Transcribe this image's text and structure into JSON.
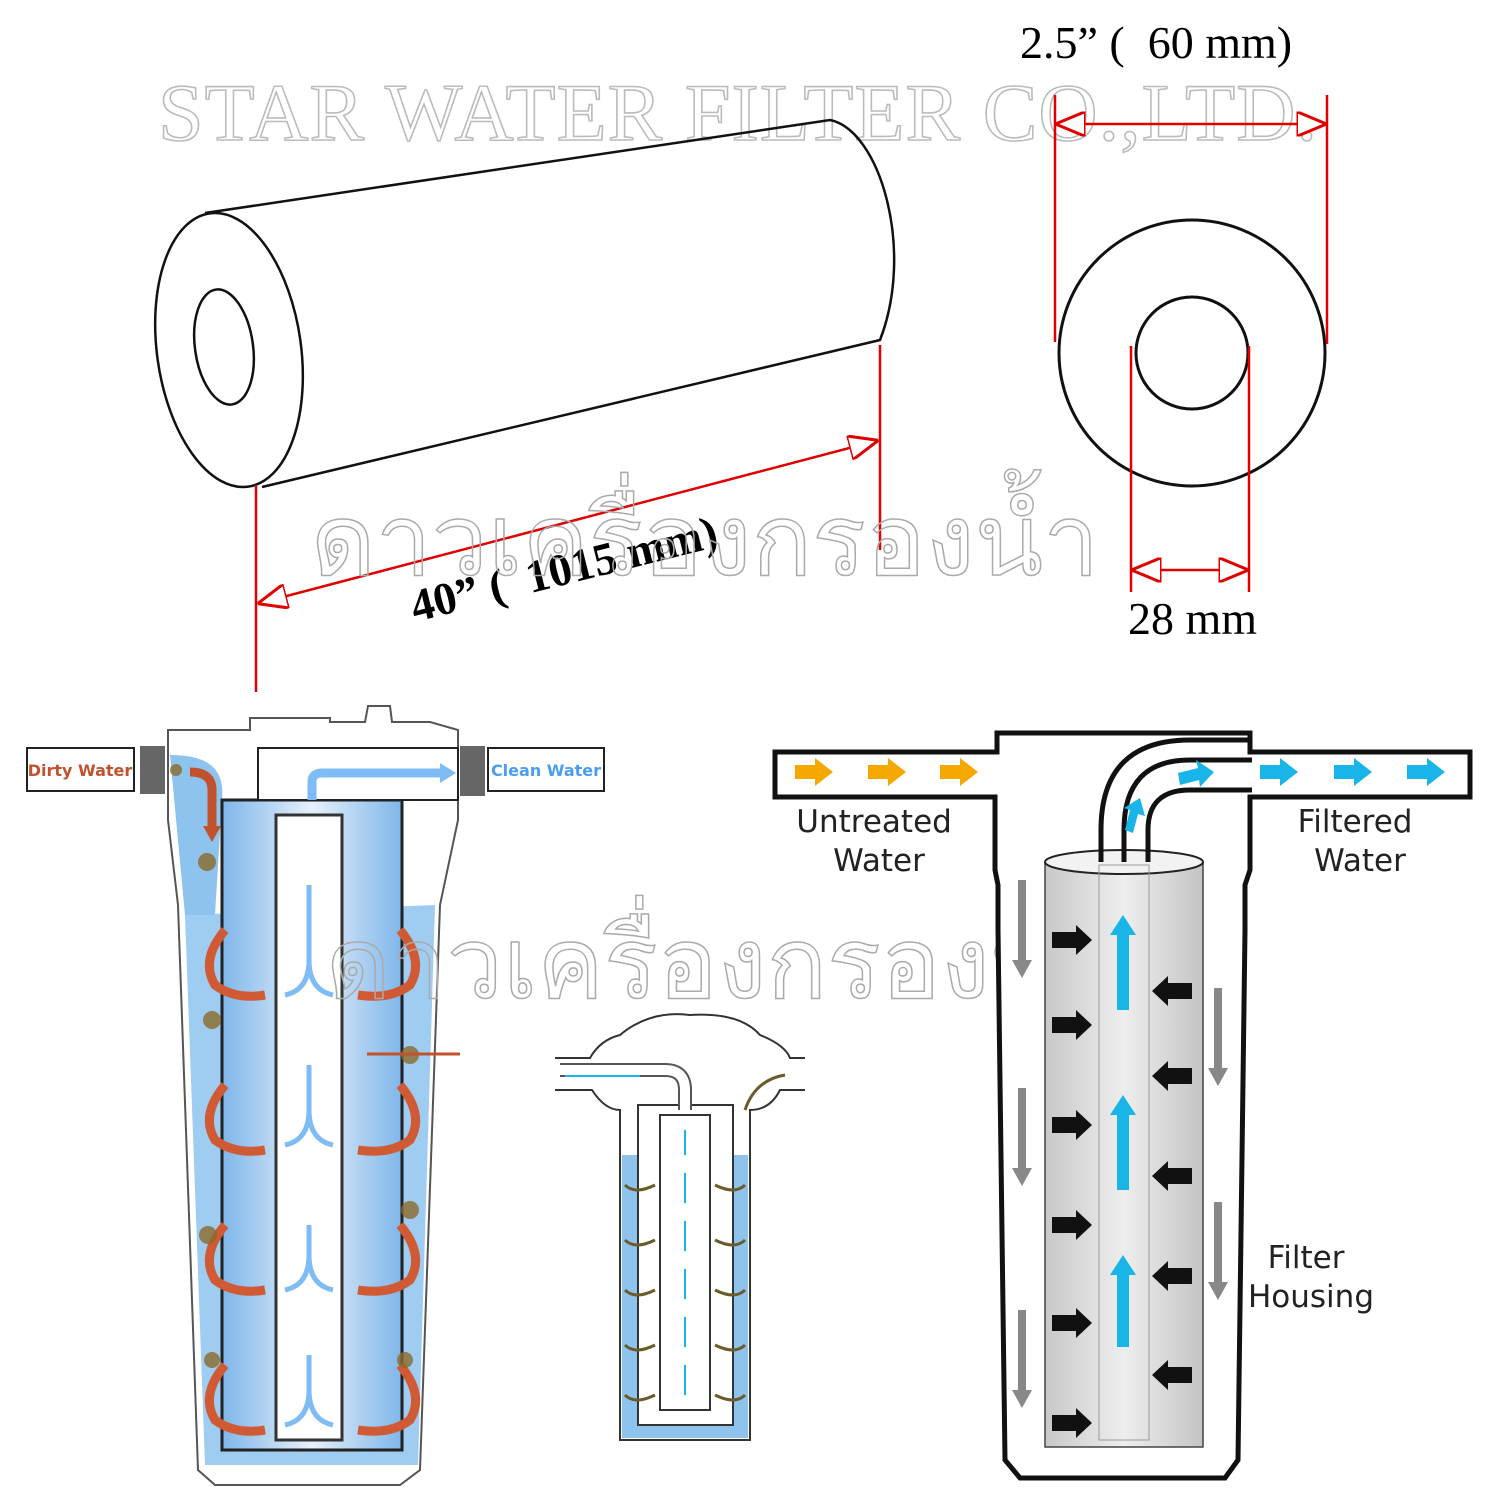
{
  "watermark": {
    "company": "STAR WATER FILTER CO.,LTD.",
    "thai_top": "ดาวเครื่องกรองน้ำ",
    "thai_bottom": "ดาวเครื่องกรองน้ำ"
  },
  "dimensions": {
    "outer_diameter": "2.5” (  60 mm)",
    "length": "40” (  1015 mm)",
    "inner_diameter": "28 mm"
  },
  "left_diagram": {
    "inlet_label": "Dirty Water",
    "outlet_label": "Clean Water"
  },
  "right_diagram": {
    "inlet_label_line1": "Untreated",
    "inlet_label_line2": "Water",
    "outlet_label_line1": "Filtered",
    "outlet_label_line2": "Water",
    "housing_label_line1": "Filter",
    "housing_label_line2": "Housing"
  },
  "colors": {
    "dimension_lines": "#e00000",
    "dirty_water": "#c0522d",
    "clean_water": "#4a9ef0",
    "water_fill": "#8ec3ee",
    "untreated_arrows": "#f5a800",
    "filtered_arrows": "#19b4e8"
  }
}
